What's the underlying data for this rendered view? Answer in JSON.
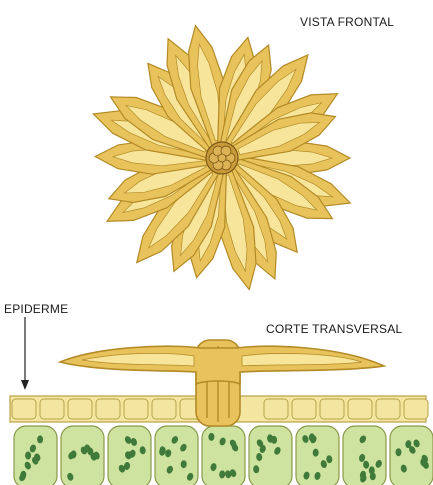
{
  "labels": {
    "front_view": "VISTA FRONTAL",
    "cross_section": "CORTE TRANSVERSAL",
    "epidermis": "EPIDERME"
  },
  "colors": {
    "scale_outer": "#e8c35c",
    "scale_inner": "#f6e59a",
    "scale_outline": "#b38a26",
    "center": "#c99a3a",
    "epidermis_fill": "#f4e6a0",
    "epidermis_line": "#b8a24a",
    "cell_fill": "#cfe3a0",
    "cell_line": "#8a9a4a",
    "chloroplast": "#3f7a3a"
  }
}
